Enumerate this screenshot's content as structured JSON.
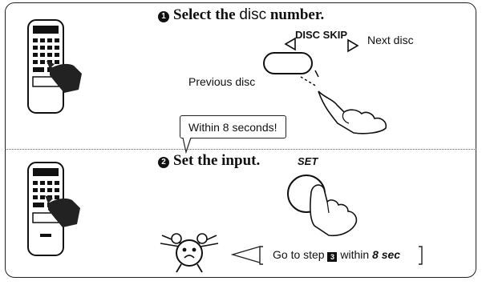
{
  "step1": {
    "number": "1",
    "title_bold": "Select the",
    "title_plain": "disc",
    "title_end": "number."
  },
  "disc_skip_label": "DISC SKIP",
  "next_disc_label": "Next disc",
  "previous_disc_label": "Previous disc",
  "timer_note": "Within 8 seconds!",
  "step2": {
    "number": "2",
    "title": "Set the input."
  },
  "set_label": "SET",
  "goto_note": {
    "prefix": "Go to step",
    "step_badge": "3",
    "suffix": "within",
    "time": "8 sec"
  },
  "icons": [
    "remote-control-icon",
    "pointing-hand-icon",
    "disc-skip-button-icon",
    "set-button-icon",
    "alarm-clock-icon"
  ]
}
